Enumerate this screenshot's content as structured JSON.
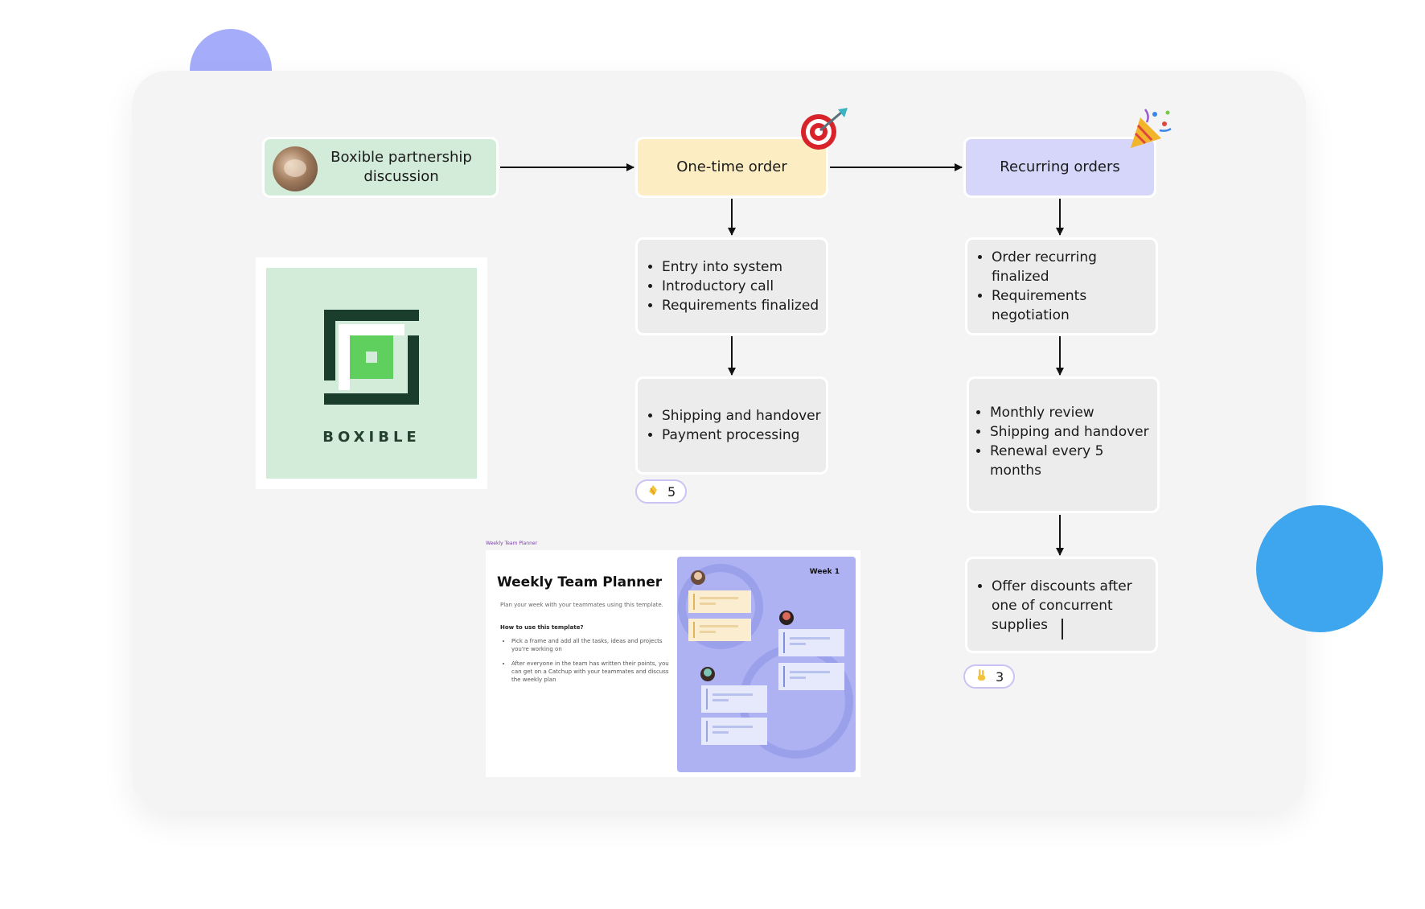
{
  "nodes": {
    "start": "Boxible partnership discussion",
    "one_time": "One-time order",
    "recurring": "Recurring orders"
  },
  "one_time_cards": [
    [
      "Entry into system",
      "Introductory call",
      "Requirements finalized"
    ],
    [
      "Shipping and handover",
      "Payment processing"
    ]
  ],
  "recurring_cards": [
    [
      "Order recurring finalized",
      "Requirements negotiation"
    ],
    [
      "Monthly review",
      "Shipping and handover",
      "Renewal every 5 months"
    ],
    [
      "Offer discounts after one of concurrent supplies"
    ]
  ],
  "reactions": [
    {
      "emoji": "clapping-hands",
      "count": "5"
    },
    {
      "emoji": "victory-hand",
      "count": "3"
    }
  ],
  "logo": {
    "wordmark": "BOXIBLE"
  },
  "planner": {
    "tag": "Weekly Team Planner",
    "title": "Weekly Team Planner",
    "subtitle": "Plan your week with your teammates using this template.",
    "how_heading": "How to use this template?",
    "steps": [
      "Pick a frame and add all the tasks, ideas and projects you're working on",
      "After everyone in the team has written their points, you can get on a Catchup with your teammates and discuss the weekly plan"
    ],
    "week_label": "Week 1"
  },
  "colors": {
    "start": "#d3ecd9",
    "one_time": "#fdedc3",
    "recurring": "#d6d6fb",
    "card": "#ececec",
    "board": "#f3f4f3",
    "accent_purple": "#a5adfb",
    "accent_blue": "#3ea6ee",
    "logo_dark": "#1b3d2b",
    "logo_light": "#5fcf5e"
  }
}
